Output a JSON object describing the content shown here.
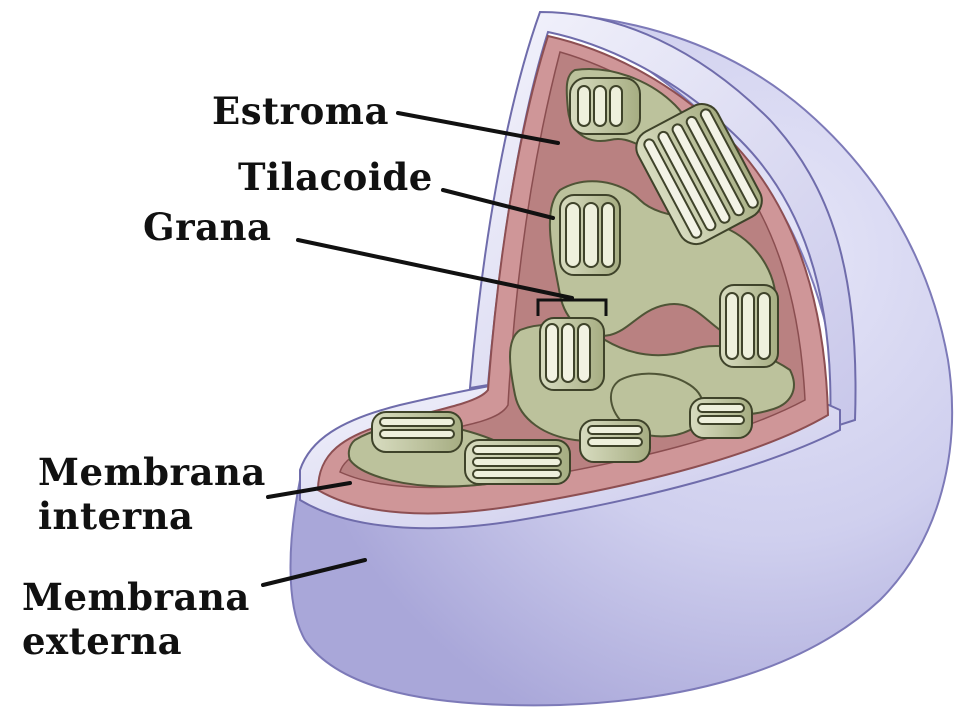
{
  "labels": {
    "estroma": "Estroma",
    "tilacoide": "Tilacoide",
    "grana": "Grana",
    "membrana_interna": {
      "line1": "Membrana",
      "line2": "interna"
    },
    "membrana_externa": {
      "line1": "Membrana",
      "line2": "externa"
    }
  },
  "colors": {
    "outer_membrane": "#c9c9ec",
    "inner_membrane": "#c98a8c",
    "stroma": "#b88382",
    "thylakoid": "#b9bf99",
    "leader_line": "#111111"
  }
}
